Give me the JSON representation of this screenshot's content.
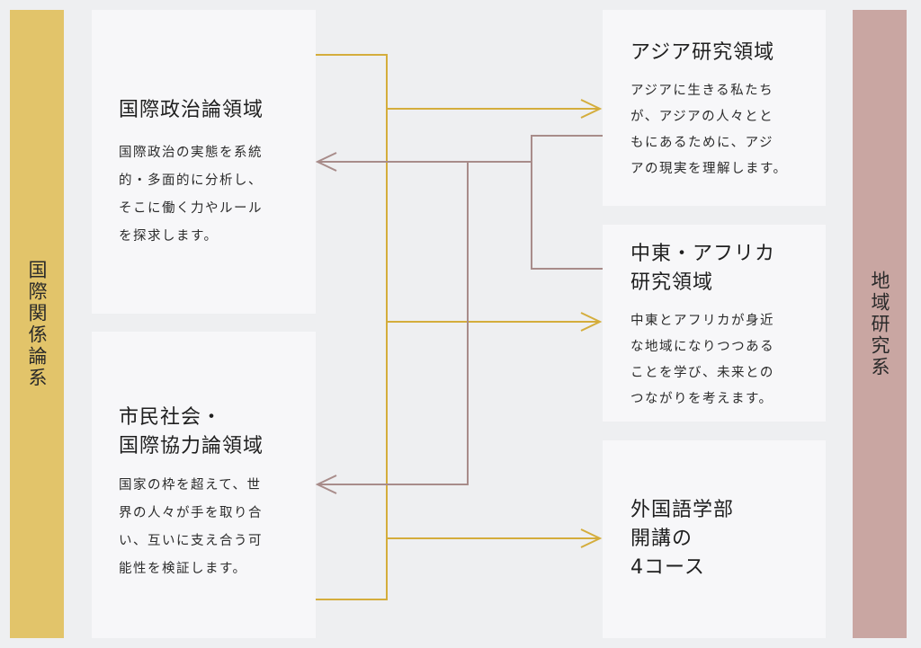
{
  "left_band": {
    "label": "国際関係論系"
  },
  "right_band": {
    "label": "地域研究系"
  },
  "left_cards": [
    {
      "title": "国際政治論領域",
      "body": "国際政治の実態を系統\n的・多面的に分析し、\nそこに働く力やルール\nを探求します。"
    },
    {
      "title": "市民社会・\n国際協力論領域",
      "body": "国家の枠を超えて、世\n界の人々が手を取り合\nい、互いに支え合う可\n能性を検証します。"
    }
  ],
  "right_cards": [
    {
      "title": "アジア研究領域",
      "body": "アジアに生きる私たち\nが、アジアの人々とと\nもにあるために、アジ\nアの現実を理解します。"
    },
    {
      "title": "中東・アフリカ\n研究領域",
      "body": "中東とアフリカが身近\nな地域になりつつある\nことを学び、未来との\nつながりを考えます。"
    },
    {
      "title": "外国語学部\n開講の\n4コース",
      "body": ""
    }
  ],
  "colors": {
    "gold": "#d4ad3c",
    "mauve": "#a88c8a",
    "gold_band": "#e2c46a",
    "mauve_band": "#c9a6a2",
    "background": "#eeeff1",
    "card": "#f7f7f9"
  }
}
